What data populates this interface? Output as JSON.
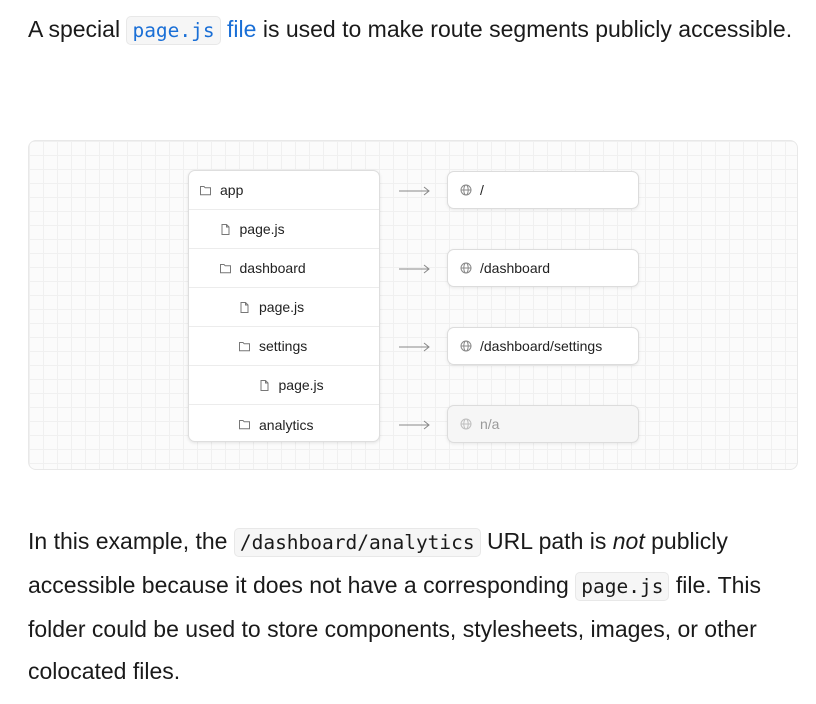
{
  "intro": {
    "before": "A special ",
    "link_code": "page.js",
    "link_text": "file",
    "after": " is used to make route segments publicly accessible."
  },
  "tree": [
    {
      "label": "app",
      "type": "folder",
      "depth": 0
    },
    {
      "label": "page.js",
      "type": "file",
      "depth": 1
    },
    {
      "label": "dashboard",
      "type": "folder",
      "depth": 1
    },
    {
      "label": "page.js",
      "type": "file",
      "depth": 2
    },
    {
      "label": "settings",
      "type": "folder",
      "depth": 2
    },
    {
      "label": "page.js",
      "type": "file",
      "depth": 3
    },
    {
      "label": "analytics",
      "type": "folder",
      "depth": 2
    }
  ],
  "urls": [
    {
      "label": "/",
      "public": true
    },
    {
      "label": "/dashboard",
      "public": true
    },
    {
      "label": "/dashboard/settings",
      "public": true
    },
    {
      "label": "n/a",
      "public": false
    }
  ],
  "outro": {
    "p1": "In this example, the ",
    "code1": "/dashboard/analytics",
    "p2": " URL path is ",
    "emph": "not",
    "p3": " publicly accessible because it does not have a corresponding ",
    "code2": "page.js",
    "p4": " file. This folder could be used to store components, stylesheets, images, or other colocated files."
  },
  "colors": {
    "link": "#1a6fd6",
    "text": "#1a1a1a",
    "muted": "#9a9a9a"
  },
  "icons": {
    "folder": "folder-icon",
    "file": "file-icon",
    "globe": "globe-icon",
    "arrow": "arrow-right-icon"
  }
}
